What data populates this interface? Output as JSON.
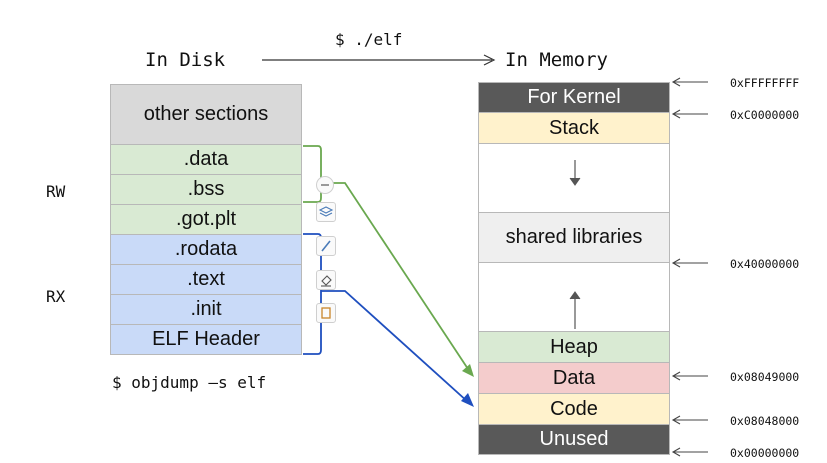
{
  "headings": {
    "disk": "In Disk",
    "memory": "In Memory",
    "command": "$ ./elf"
  },
  "bottom_command": "$ objdump –s elf",
  "permissions": {
    "rw": "RW",
    "rx": "RX"
  },
  "disk_sections": [
    {
      "label": "other sections",
      "color": "#d9d9d9"
    },
    {
      "label": ".data",
      "color": "#d9ead3"
    },
    {
      "label": ".bss",
      "color": "#d9ead3"
    },
    {
      "label": ".got.plt",
      "color": "#d9ead3"
    },
    {
      "label": ".rodata",
      "color": "#c9daf8"
    },
    {
      "label": ".text",
      "color": "#c9daf8"
    },
    {
      "label": ".init",
      "color": "#c9daf8"
    },
    {
      "label": "ELF Header",
      "color": "#c9daf8"
    }
  ],
  "memory_regions": [
    {
      "label": "For Kernel",
      "color": "#595959"
    },
    {
      "label": "Stack",
      "color": "#fff2cc"
    },
    {
      "label": "",
      "color": "#ffffff"
    },
    {
      "label": "shared libraries",
      "color": "#efefef"
    },
    {
      "label": "",
      "color": "#ffffff"
    },
    {
      "label": "Heap",
      "color": "#d9ead3"
    },
    {
      "label": "Data",
      "color": "#f4cccc"
    },
    {
      "label": "Code",
      "color": "#fff2cc"
    },
    {
      "label": "Unused",
      "color": "#595959"
    }
  ],
  "addresses": [
    "0xFFFFFFFF",
    "0xC0000000",
    "0x40000000",
    "0x08049000",
    "0x08048000",
    "0x00000000"
  ],
  "arrow_colors": {
    "rw": "#6aa84f",
    "rx": "#1f4fbf",
    "plain": "#555555"
  },
  "toolbar_icons": [
    "collapse-icon",
    "layers-icon",
    "pen-icon",
    "eraser-icon",
    "frame-icon"
  ]
}
